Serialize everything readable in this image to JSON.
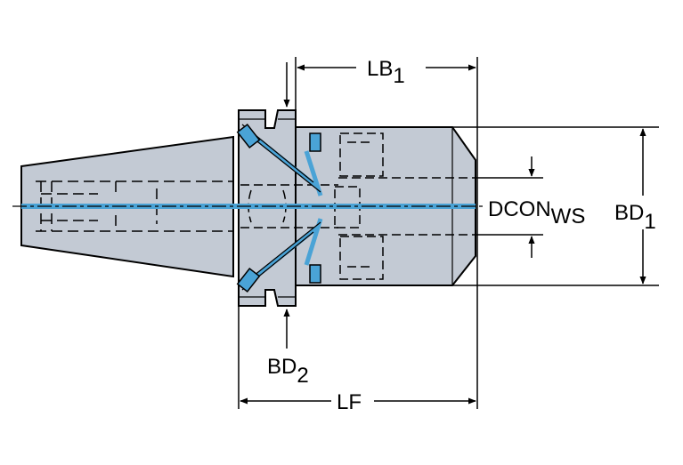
{
  "dimensions": {
    "lb1": {
      "main": "LB",
      "sub": "1"
    },
    "bd1": {
      "main": "BD",
      "sub": "1"
    },
    "bd2": {
      "main": "BD",
      "sub": "2"
    },
    "dcon": {
      "main": "DCON",
      "sub": "WS"
    },
    "lf": {
      "main": "LF"
    }
  },
  "colors": {
    "body_fill": "#c3cad4",
    "outline": "#000000",
    "coolant": "#4aa3d6"
  }
}
